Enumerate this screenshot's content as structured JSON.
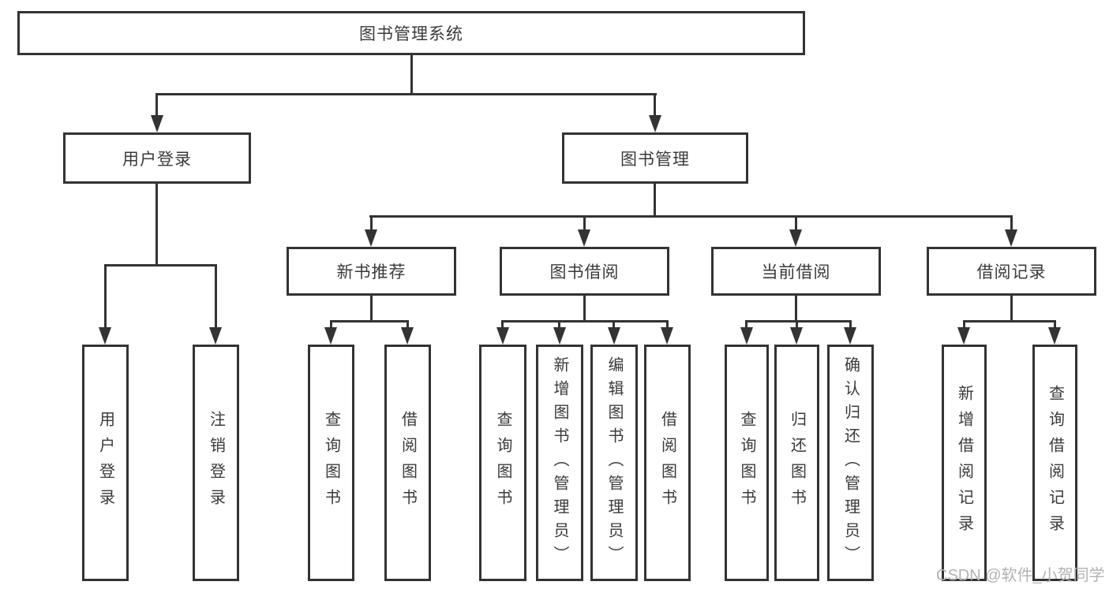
{
  "diagram_type": "hierarchy",
  "tree": {
    "label": "图书管理系统",
    "children": [
      {
        "label": "用户登录",
        "children": [
          {
            "label": "用户登录"
          },
          {
            "label": "注销登录"
          }
        ]
      },
      {
        "label": "图书管理",
        "children": [
          {
            "label": "新书推荐",
            "children": [
              {
                "label": "查询图书"
              },
              {
                "label": "借阅图书"
              }
            ]
          },
          {
            "label": "图书借阅",
            "children": [
              {
                "label": "查询图书"
              },
              {
                "label": "新增图书（管理员）"
              },
              {
                "label": "编辑图书（管理员）"
              },
              {
                "label": "借阅图书"
              }
            ]
          },
          {
            "label": "当前借阅",
            "children": [
              {
                "label": "查询图书"
              },
              {
                "label": "归还图书"
              },
              {
                "label": "确认归还（管理员）"
              }
            ]
          },
          {
            "label": "借阅记录",
            "children": [
              {
                "label": "新增借阅记录"
              },
              {
                "label": "查询借阅记录"
              }
            ]
          }
        ]
      }
    ]
  },
  "watermark": "CSDN @软件_小贺同学",
  "colors": {
    "line": "#333333",
    "text": "#3a3a3a",
    "background": "#ffffff",
    "watermark": "#b2b2b2"
  }
}
